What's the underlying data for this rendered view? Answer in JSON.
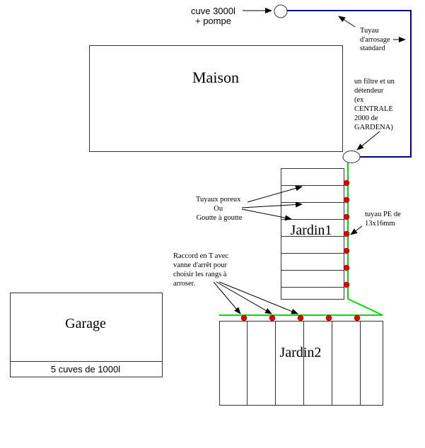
{
  "labels": {
    "tank": [
      "cuve 3000l",
      "+ pompe"
    ],
    "house": "Maison",
    "hose": [
      "Tuyau",
      "d'arrosage",
      "standard"
    ],
    "filter": [
      "un filtre et un",
      "détendeur",
      "(ex",
      "CENTRALE",
      "2000 de",
      "GARDENA)"
    ],
    "porous": [
      "Tuyaux poreux",
      "Ou",
      "Goutte à goutte"
    ],
    "garden1": "Jardin1",
    "pe_pipe": [
      "tuyau PE de",
      "13x16mm"
    ],
    "tee": [
      "Raccord en T avec",
      "vanne d'arrêt pour",
      "choisir les rangs à",
      "arroser."
    ],
    "garage": "Garage",
    "garage_tanks": "5 cuves de 1000l",
    "garden2": "Jardin2"
  },
  "colors": {
    "hose": "#000080",
    "pe_pipe": "#00e000",
    "valve": "#e00000"
  }
}
